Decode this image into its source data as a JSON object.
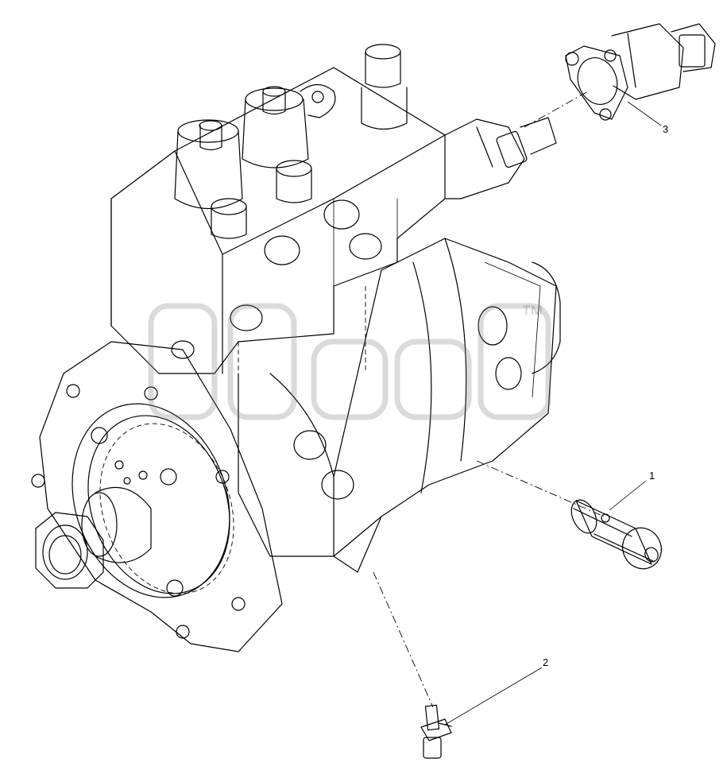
{
  "diagram": {
    "callouts": [
      {
        "id": "1",
        "label": "1"
      },
      {
        "id": "2",
        "label": "2"
      },
      {
        "id": "3",
        "label": "3"
      }
    ],
    "watermark": "™"
  }
}
